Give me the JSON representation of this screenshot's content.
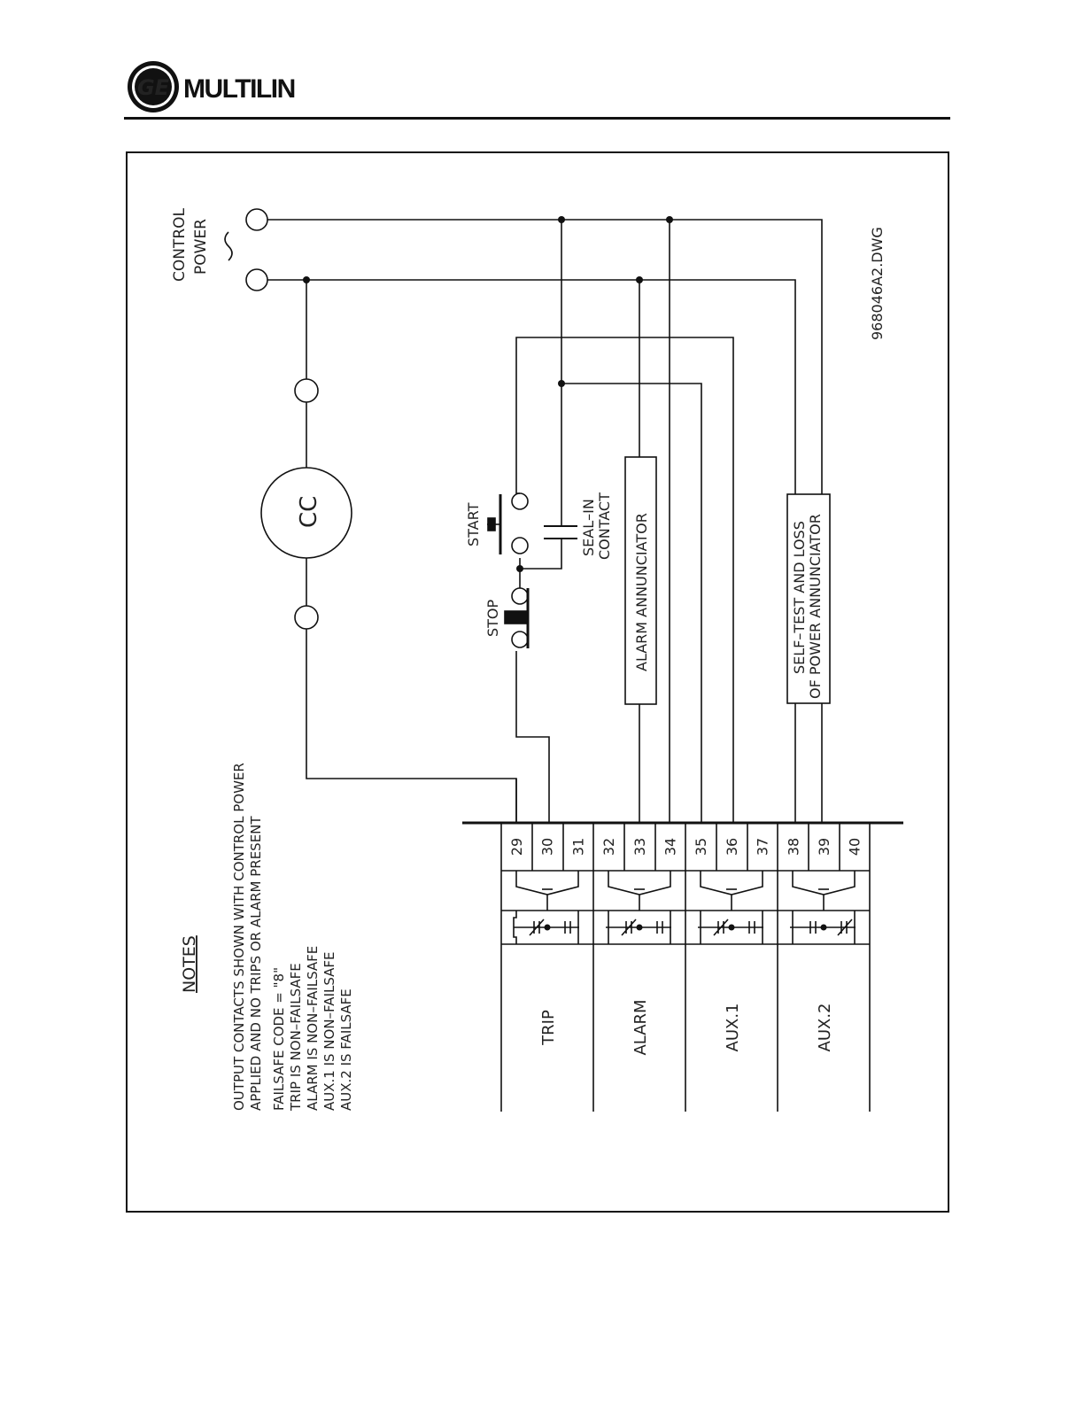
{
  "header": {
    "brand": "MULTILIN",
    "logo_text": "GE"
  },
  "labels": {
    "control": "CONTROL",
    "power": "POWER",
    "ac_symbol": "~",
    "dwg": "968046A2.DWG",
    "cc": "CC",
    "start": "START",
    "stop": "STOP",
    "seal1": "SEAL–IN",
    "seal2": "CONTACT",
    "alarm_ann": "ALARM  ANNUNCIATOR",
    "selftest1": "SELF–TEST  AND  LOSS",
    "selftest2": "OF POWER  ANNUNCIATOR"
  },
  "notes": {
    "title": "NOTES",
    "lines": [
      "OUTPUT  CONTACTS  SHOWN  WITH  CONTROL  POWER",
      "APPLIED  AND  NO  TRIPS  OR  ALARM  PRESENT",
      "FAILSAFE  CODE    =  \"8\"",
      "TRIP  IS  NON–FAILSAFE",
      "ALARM  IS  NON–FAILSAFE",
      "AUX.1  IS  NON–FAILSAFE",
      "AUX.2  IS  FAILSAFE"
    ]
  },
  "terminals": [
    "29",
    "30",
    "31",
    "32",
    "33",
    "34",
    "35",
    "36",
    "37",
    "38",
    "39",
    "40"
  ],
  "relays": [
    "TRIP",
    "ALARM",
    "AUX.1",
    "AUX.2"
  ]
}
